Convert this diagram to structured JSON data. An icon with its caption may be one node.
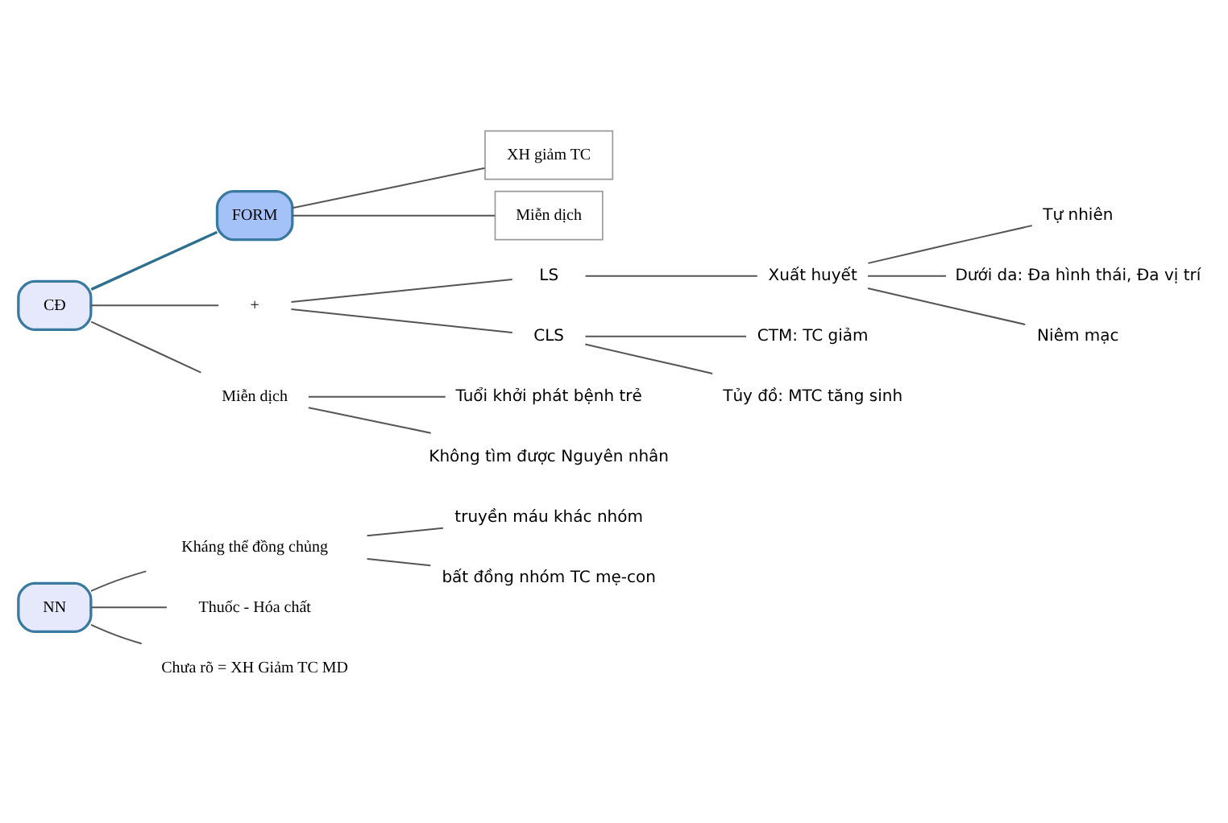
{
  "diagram": {
    "nodes": [
      {
        "text": [
          "NN"
        ]
      },
      {
        "text": [
          "Kháng thể đồng chủng"
        ]
      },
      {
        "text": [
          "truyền máu khác nhóm"
        ]
      },
      {
        "text": [
          "bất đồng nhóm TC mẹ-con"
        ]
      },
      {
        "text": [
          "Thuốc - Hóa chất"
        ]
      },
      {
        "text": [
          "Chưa rõ = XH Giảm TC MD"
        ]
      },
      {
        "text": [
          "CĐ"
        ]
      },
      {
        "text": [
          "FORM"
        ]
      },
      {
        "text": [
          "XH giảm TC"
        ]
      },
      {
        "text": [
          "Miễn dịch"
        ]
      },
      {
        "text": [
          "+"
        ]
      },
      {
        "text": [
          "LS"
        ]
      },
      {
        "text": [
          "Xuất huyết"
        ]
      },
      {
        "text": [
          "Tự nhiên"
        ]
      },
      {
        "text": [
          "Dưới da: Đa hình thái, Đa vị trí"
        ]
      },
      {
        "text": [
          "Niêm mạc"
        ]
      },
      {
        "text": [
          "CLS"
        ]
      },
      {
        "text": [
          "CTM: TC giảm"
        ]
      },
      {
        "text": [
          "Tủy đồ: MTC tăng sinh"
        ]
      },
      {
        "text": [
          "Miễn dịch"
        ]
      },
      {
        "text": [
          "Tuổi khởi phát bệnh trẻ"
        ]
      },
      {
        "text": [
          "Không tìm được Nguyên nhân"
        ]
      }
    ],
    "edges": [
      {
        "from": 0,
        "to": 1,
        "arrow": "none"
      },
      {
        "from": 1,
        "to": 2,
        "arrow": "none"
      },
      {
        "from": 1,
        "to": 3,
        "arrow": "none"
      },
      {
        "from": 0,
        "to": 4,
        "arrow": "none"
      },
      {
        "from": 0,
        "to": 5,
        "arrow": "none"
      },
      {
        "from": 6,
        "to": 7,
        "arrow": "none",
        "color": "#2e6e8e"
      },
      {
        "from": 7,
        "to": 8,
        "arrow": "none"
      },
      {
        "from": 7,
        "to": 9,
        "arrow": "none"
      },
      {
        "from": 6,
        "to": 10,
        "arrow": "none"
      },
      {
        "from": 10,
        "to": 11,
        "arrow": "none"
      },
      {
        "from": 11,
        "to": 12,
        "arrow": "none"
      },
      {
        "from": 12,
        "to": 13,
        "arrow": "none"
      },
      {
        "from": 12,
        "to": 14,
        "arrow": "none"
      },
      {
        "from": 12,
        "to": 15,
        "arrow": "none"
      },
      {
        "from": 10,
        "to": 16,
        "arrow": "none"
      },
      {
        "from": 16,
        "to": 17,
        "arrow": "none"
      },
      {
        "from": 16,
        "to": 18,
        "arrow": "none"
      },
      {
        "from": 6,
        "to": 19,
        "arrow": "none"
      },
      {
        "from": 19,
        "to": 20,
        "arrow": "none"
      },
      {
        "from": 19,
        "to": 21,
        "arrow": "none"
      }
    ]
  }
}
